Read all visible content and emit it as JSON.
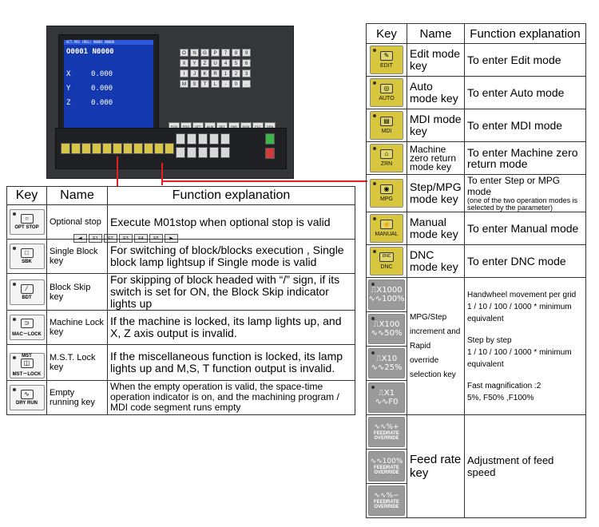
{
  "left_table": {
    "headers": [
      "Key",
      "Name",
      "Function explanation"
    ],
    "rows": [
      {
        "icon": "optional-stop-icon",
        "glyph": "○",
        "key_label": "OPT STOP",
        "name": "Optional stop",
        "function": "Execute M01stop when optional stop is valid"
      },
      {
        "icon": "single-block-icon",
        "glyph": "□",
        "key_label": "SBK",
        "name": "Single Block key",
        "function": "For switching of block/blocks execution , Single block lamp lightsup if Single mode is valid"
      },
      {
        "icon": "block-skip-icon",
        "glyph": "⁄",
        "key_label": "BDT",
        "name": "Block Skip key",
        "function": "For skipping of block headed with “/” sign, if its switch is set for ON, the Block Skip indicator lights up"
      },
      {
        "icon": "machine-lock-icon",
        "glyph": "⊃",
        "key_label": "MAC－LOCK",
        "name": "Machine Lock key",
        "function": "If the machine is locked, its lamp lights up, and X, Z axis output is invalid."
      },
      {
        "icon": "mst-lock-icon",
        "glyph": "◫",
        "key_label": "MST－LOCK",
        "top_label": "MST",
        "name": "M.S.T. Lock key",
        "function": "If the miscellaneous function is locked, its lamp lights up and M,S, T function output is invalid."
      },
      {
        "icon": "dry-run-icon",
        "glyph": "∿",
        "key_label": "DRY RUN",
        "name": "Empty running key",
        "function": "When the empty operation is valid, the space-time operation indicator is on, and the machining program / MDI code segment runs empty"
      }
    ]
  },
  "right_table": {
    "headers": [
      "Key",
      "Name",
      "Function explanation"
    ],
    "rows": [
      {
        "icon": "edit-icon",
        "glyph": "✎",
        "key_label": "EDIT",
        "name": "Edit mode key",
        "function": "To enter Edit mode"
      },
      {
        "icon": "auto-icon",
        "glyph": "◎",
        "key_label": "AUTO",
        "name": "Auto mode key",
        "function": "To enter Auto mode"
      },
      {
        "icon": "mdi-icon",
        "glyph": "▤",
        "key_label": "MDI",
        "name": "MDI mode key",
        "function": "To enter MDI mode"
      },
      {
        "icon": "zero-return-icon",
        "glyph": "⌂",
        "key_label": "ZRN",
        "name": "Machine zero return mode key",
        "function": "To enter Machine zero return mode"
      },
      {
        "icon": "mpg-icon",
        "glyph": "◉",
        "key_label": "MPG",
        "name": "Step/MPG mode key",
        "function": "To enter Step or MPG mode",
        "note": "(one of the two operation modes is selected by the parameter)"
      },
      {
        "icon": "manual-icon",
        "glyph": "☝",
        "key_label": "MANUAL",
        "name": "Manual mode key",
        "function": "To enter Manual mode"
      },
      {
        "icon": "dnc-icon",
        "glyph": "DNC",
        "key_label": "DNC",
        "name": "DNC mode key",
        "function": "To enter DNC mode"
      }
    ],
    "increment_keys": [
      {
        "icon": "x1000-icon",
        "line1": "⎍X1000",
        "line2": "∿∿100%"
      },
      {
        "icon": "x100-icon",
        "line1": "⎍X100",
        "line2": "∿∿50%"
      },
      {
        "icon": "x10-icon",
        "line1": "⎍X10",
        "line2": "∿∿25%"
      },
      {
        "icon": "x1-icon",
        "line1": "⎍X1",
        "line2": "∿∿F0"
      }
    ],
    "increment_name": "MPG/Step increment and Rapid override selection key",
    "increment_function": {
      "p1": "Handwheel movement per grid",
      "p2": "1 / 10 / 100 / 1000 * minimum equivalent",
      "p3": "Step by step",
      "p4": "1 / 10 / 100 / 1000 * minimum equivalent",
      "p5": "Fast magnification :2",
      "p6": "5%, F50% ,F100%"
    },
    "feed_keys": [
      {
        "icon": "feed-plus-icon",
        "line1": "∿∿%+",
        "line2": "FEEDRATE",
        "line3": "OVERRIDE"
      },
      {
        "icon": "feed-100-icon",
        "line1": "∿∿100%",
        "line2": "FEEDRATE",
        "line3": "OVERRIDE"
      },
      {
        "icon": "feed-minus-icon",
        "line1": "∿∿%−",
        "line2": "FEEDRATE",
        "line3": "OVERRIDE"
      }
    ],
    "feed_name": "Feed rate key",
    "feed_function": "Adjustment of feed speed"
  },
  "controller": {
    "screen_header": "ACT.POS (REL)   O0001 N0000",
    "program": "O0001 N0000",
    "axes": [
      {
        "axis": "X",
        "value": "0.000"
      },
      {
        "axis": "Y",
        "value": "0.000"
      },
      {
        "axis": "Z",
        "value": "0.000"
      }
    ],
    "keypad_keys": [
      "O",
      "N",
      "G",
      "P",
      "7",
      "8",
      "9",
      "X",
      "Y",
      "Z",
      "U",
      "4",
      "5",
      "6",
      "I",
      "J",
      "K",
      "R",
      "1",
      "2",
      "3",
      "M",
      "S",
      "T",
      "L",
      "-",
      "0",
      "."
    ],
    "softkeys": [
      "◀",
      "F1",
      "F2",
      "F3",
      "F4",
      "F5",
      "▶"
    ],
    "softkey_bar": [
      "POS",
      "PRG",
      "OFT",
      "ALM",
      "SET",
      "PAR",
      "DGN",
      "PLC",
      "GRA"
    ]
  },
  "colors": {
    "mode_key_yellow": "#d8c73e",
    "grey_key": "#9a9a9a",
    "leader_red": "#e02020",
    "lcd_blue": "#1438b0"
  }
}
